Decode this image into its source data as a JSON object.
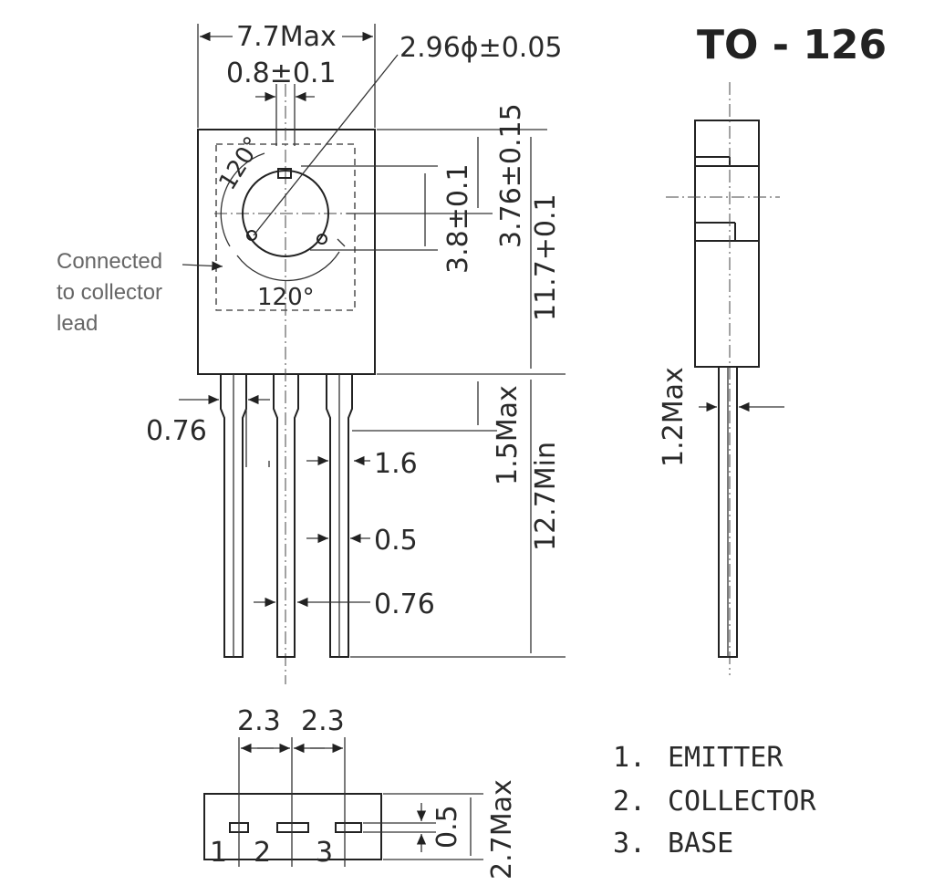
{
  "title": "TO - 126",
  "note": [
    "Connected",
    "to collector",
    "lead"
  ],
  "dimensions": {
    "body_width": "7.7Max",
    "tab_width": "0.8±0.1",
    "hole_diameter": "2.96ϕ±0.05",
    "hole_offset": "3.8±0.1",
    "hole_center": "3.76±0.15",
    "body_height": "11.7+0.1",
    "angle_top": "120°",
    "angle_bottom": "120°",
    "lead_top_width": "0.76",
    "lead_upper_width": "1.6",
    "lead_thickness": "0.5",
    "lead_bottom_width": "0.76",
    "standoff": "1.5Max",
    "lead_length": "12.7Min",
    "side_lead": "1.2Max",
    "pitch_1": "2.3",
    "pitch_2": "2.3",
    "lead_height": "0.5",
    "body_thickness": "2.7Max"
  },
  "pin_numbers": [
    "1",
    "2",
    "3"
  ],
  "pins": [
    {
      "num": "1.",
      "name": "EMITTER"
    },
    {
      "num": "2.",
      "name": "COLLECTOR"
    },
    {
      "num": "3.",
      "name": "BASE"
    }
  ]
}
